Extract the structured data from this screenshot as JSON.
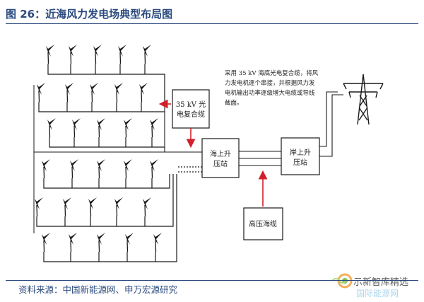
{
  "figure": {
    "title": "图 26：近海风力发电场典型布局图",
    "source": "资料来源：中国新能源网、申万宏源研究"
  },
  "diagram": {
    "cable_box": [
      "35 kV 光",
      "电复合缆"
    ],
    "offshore_station": [
      "海上升",
      "压站"
    ],
    "onshore_station": [
      "岸上升",
      "压站"
    ],
    "hv_cable_box": [
      "高压海缆"
    ],
    "note": [
      "采用 35 kV 海底光电复合缆，将风",
      "力发电机逐个串接，并根据风力发",
      "电机输出功率逐级增大电缆或导线",
      "截面。"
    ],
    "arrow_color": "#d0202a"
  },
  "watermark": {
    "line1": "示新智库精选",
    "line2": "国际能源网"
  },
  "icons": [
    "wind-turbine-icon",
    "transmission-tower-icon",
    "watermark-logo-icon"
  ]
}
